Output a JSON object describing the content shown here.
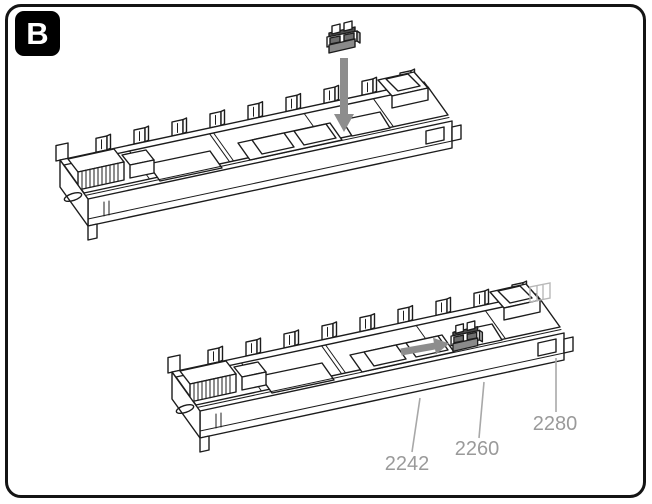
{
  "panel": {
    "step_label": "B"
  },
  "callouts": [
    {
      "label": "2242"
    },
    {
      "label": "2260"
    },
    {
      "label": "2280"
    }
  ],
  "icons": {
    "insert_arrow": "arrow-down-icon",
    "slide_arrow": "arrow-right-icon"
  },
  "colors": {
    "outline": "#1c1c1c",
    "callout_text": "#9a9a9a",
    "leader_line": "#a8a8a8",
    "arrow_fill": "#8d8d8d",
    "badge_bg": "#000000",
    "badge_text": "#ffffff",
    "background": "#ffffff"
  }
}
